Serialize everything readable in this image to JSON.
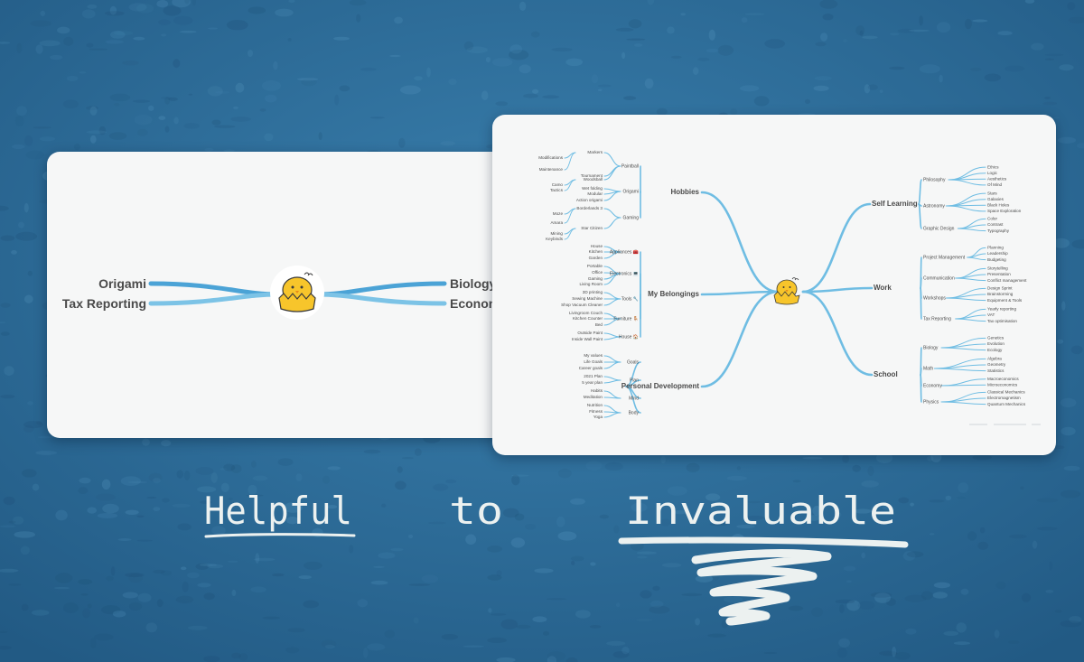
{
  "small_map": {
    "left": [
      "Origami",
      "Tax Reporting"
    ],
    "right": [
      "Biology",
      "Econon"
    ]
  },
  "mindmap": {
    "left": [
      {
        "label": "Hobbies",
        "children": [
          {
            "label": "Paintball",
            "children": [
              {
                "label": "Markers",
                "children": [
                  "Modifications",
                  "Maintenance"
                ]
              },
              {
                "label": "Tournament",
                "children": []
              },
              {
                "label": "Woodsball",
                "children": [
                  "Camo",
                  "Tactics"
                ]
              }
            ]
          },
          {
            "label": "Origami",
            "children": [
              {
                "label": "Wet folding",
                "children": []
              },
              {
                "label": "Modular",
                "children": []
              },
              {
                "label": "Action origami",
                "children": []
              }
            ]
          },
          {
            "label": "Gaming",
            "children": [
              {
                "label": "Borderlands 3",
                "children": [
                  "Moze",
                  "Amara"
                ]
              },
              {
                "label": "Star Citizen",
                "children": [
                  "Mining",
                  "Keybinds"
                ]
              }
            ]
          }
        ]
      },
      {
        "label": "My Belongings",
        "children": [
          {
            "label": "Appliances 🧰",
            "children": [
              {
                "label": "House",
                "children": []
              },
              {
                "label": "Kitchen",
                "children": []
              },
              {
                "label": "Garden",
                "children": []
              }
            ]
          },
          {
            "label": "Electronics 💻",
            "children": [
              {
                "label": "Portable",
                "children": []
              },
              {
                "label": "Office",
                "children": []
              },
              {
                "label": "Gaming",
                "children": []
              },
              {
                "label": "Living Room",
                "children": []
              }
            ]
          },
          {
            "label": "Tools 🔧",
            "children": [
              {
                "label": "3D printing",
                "children": []
              },
              {
                "label": "Sewing Machine",
                "children": []
              },
              {
                "label": "Shop Vacuum Cleaner",
                "children": []
              }
            ]
          },
          {
            "label": "Furniture 🪑",
            "children": [
              {
                "label": "Livingroom Couch",
                "children": []
              },
              {
                "label": "Kitchen Counter",
                "children": []
              },
              {
                "label": "Bed",
                "children": []
              }
            ]
          },
          {
            "label": "House 🏠",
            "children": [
              {
                "label": "Outside Paint",
                "children": []
              },
              {
                "label": "Inside Wall Paint",
                "children": []
              }
            ]
          }
        ]
      },
      {
        "label": "Personal Development",
        "children": [
          {
            "label": "Goals",
            "children": [
              {
                "label": "My values",
                "children": []
              },
              {
                "label": "Life Goals",
                "children": []
              },
              {
                "label": "Career goals",
                "children": []
              }
            ]
          },
          {
            "label": "Plan",
            "children": [
              {
                "label": "2021 Plan",
                "children": []
              },
              {
                "label": "5 year plan",
                "children": []
              }
            ]
          },
          {
            "label": "Mind",
            "children": [
              {
                "label": "Habits",
                "children": []
              },
              {
                "label": "Meditation",
                "children": []
              }
            ]
          },
          {
            "label": "Body",
            "children": [
              {
                "label": "Nutrition",
                "children": []
              },
              {
                "label": "Fitness",
                "children": []
              },
              {
                "label": "Yoga",
                "children": []
              }
            ]
          }
        ]
      }
    ],
    "right": [
      {
        "label": "Self Learning",
        "children": [
          {
            "label": "Philosophy",
            "children": [
              "Ethics",
              "Logic",
              "Aesthetics",
              "Of Mind"
            ]
          },
          {
            "label": "Astronomy",
            "children": [
              "Stars",
              "Galaxies",
              "Black Holes",
              "Space Exploration"
            ]
          },
          {
            "label": "Graphic Design",
            "children": [
              "Color",
              "Contrast",
              "Typography"
            ]
          }
        ]
      },
      {
        "label": "Work",
        "children": [
          {
            "label": "Project Management",
            "children": [
              "Planning",
              "Leadership",
              "Budgeting"
            ]
          },
          {
            "label": "Communication",
            "children": [
              "Storytelling",
              "Presentation",
              "Conflict management"
            ]
          },
          {
            "label": "Workshops",
            "children": [
              "Design Sprint",
              "Brainstorming",
              "Equipment & Tools"
            ]
          },
          {
            "label": "Tax Reporting",
            "children": [
              "Yearly reporting",
              "VAT",
              "Tax optimisation"
            ]
          }
        ]
      },
      {
        "label": "School",
        "children": [
          {
            "label": "Biology",
            "children": [
              "Genetics",
              "Evolution",
              "Ecology"
            ]
          },
          {
            "label": "Math",
            "children": [
              "Algebra",
              "Geometry",
              "Statistics"
            ]
          },
          {
            "label": "Economy",
            "children": [
              "Macroeconomics",
              "Microeconomics"
            ]
          },
          {
            "label": "Physics",
            "children": [
              "Classical Mechanics",
              "Electromagnetism",
              "Quantum Mechanics"
            ]
          }
        ]
      }
    ]
  },
  "tagline": {
    "left": "Helpful",
    "middle": "to",
    "right": "Invaluable"
  },
  "colors": {
    "background": "#2e6f9c",
    "card": "#f6f7f7",
    "branch": "#6fbde3",
    "small_branch": "#4ba3d6",
    "text": "#4a4a4a",
    "mascot": "#f7c52b",
    "tagline": "#ecf1f0"
  },
  "icons": {
    "mascot": "yellow-chick-icon",
    "scribble": "scribble-underline"
  }
}
